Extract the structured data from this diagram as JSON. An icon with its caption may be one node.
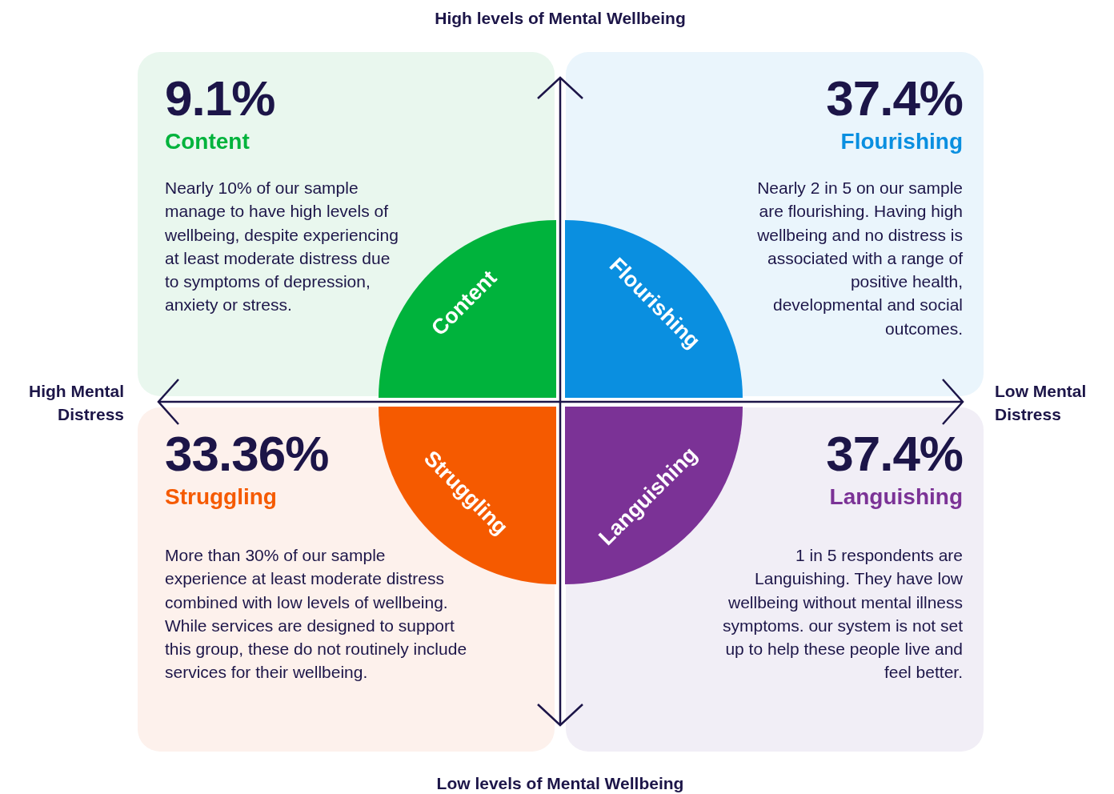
{
  "diagram": {
    "nodes": [
      {
        "text": [
          "9.1%",
          "Content",
          "Nearly 10% of our sample manage to have high levels of wellbeing, despite experiencing at least moderate distress due to symptoms of depression, anxiety or stress."
        ]
      },
      {
        "text": [
          "37.4%",
          "Flourishing",
          "Nearly 2 in 5 on our sample are flourishing. Having high wellbeing and no distress is associated with a range of positive health, developmental and social outcomes."
        ]
      },
      {
        "text": [
          "33.36%",
          "Struggling",
          "More than 30% of our sample experience at least moderate distress combined with low levels of wellbeing. While services are designed to support this group, these do not routinely include services for their wellbeing."
        ]
      },
      {
        "text": [
          "37.4%",
          "Languishing",
          "1 in 5 respondents are Languishing. They have low wellbeing without mental illness symptoms. our system is not set up to help these people live and feel better."
        ]
      },
      {
        "text": [
          "Content"
        ],
        "in": 0
      },
      {
        "text": [
          "Flourishing"
        ],
        "in": 1
      },
      {
        "text": [
          "Struggling"
        ],
        "in": 2
      },
      {
        "text": [
          "Languishing"
        ],
        "in": 3
      }
    ],
    "labels": [
      "High levels of Mental Wellbeing",
      "High Mental Distress",
      "Low Mental Distress",
      "Low levels of Mental Wellbeing"
    ]
  }
}
